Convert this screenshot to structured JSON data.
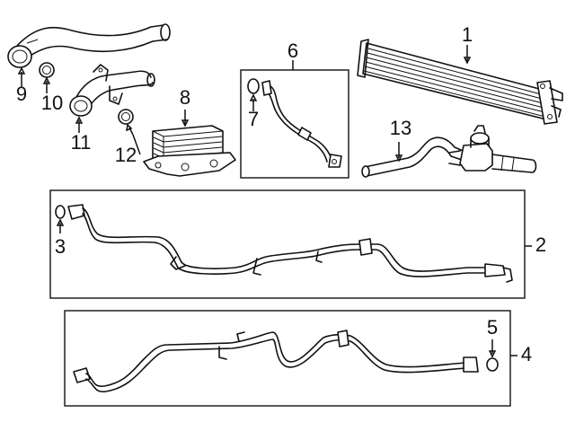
{
  "diagram": {
    "type": "exploded-parts-diagram",
    "callouts": [
      {
        "id": "1",
        "label": "1"
      },
      {
        "id": "2",
        "label": "2"
      },
      {
        "id": "3",
        "label": "3"
      },
      {
        "id": "4",
        "label": "4"
      },
      {
        "id": "5",
        "label": "5"
      },
      {
        "id": "6",
        "label": "6"
      },
      {
        "id": "7",
        "label": "7"
      },
      {
        "id": "8",
        "label": "8"
      },
      {
        "id": "9",
        "label": "9"
      },
      {
        "id": "10",
        "label": "10"
      },
      {
        "id": "11",
        "label": "11"
      },
      {
        "id": "12",
        "label": "12"
      },
      {
        "id": "13",
        "label": "13"
      }
    ],
    "parts": [
      {
        "callout": "1",
        "icon": "oil-cooler-radiator-icon"
      },
      {
        "callout": "2",
        "icon": "cooler-line-upper-icon"
      },
      {
        "callout": "3",
        "icon": "o-ring-icon"
      },
      {
        "callout": "4",
        "icon": "cooler-line-lower-icon"
      },
      {
        "callout": "5",
        "icon": "o-ring-icon"
      },
      {
        "callout": "6",
        "icon": "oil-line-icon"
      },
      {
        "callout": "7",
        "icon": "o-ring-icon"
      },
      {
        "callout": "8",
        "icon": "oil-cooler-icon"
      },
      {
        "callout": "9",
        "icon": "hose-icon"
      },
      {
        "callout": "10",
        "icon": "seal-ring-icon"
      },
      {
        "callout": "11",
        "icon": "inlet-pipe-icon"
      },
      {
        "callout": "12",
        "icon": "seal-ring-icon"
      },
      {
        "callout": "13",
        "icon": "hose-with-valve-icon"
      }
    ]
  }
}
